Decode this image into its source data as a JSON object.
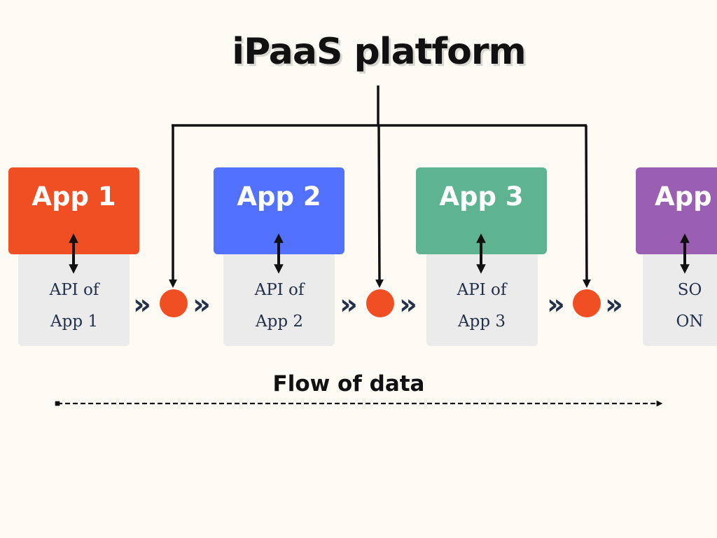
{
  "title": "iPaaS platform",
  "apps": [
    {
      "label": "App 1",
      "color": "#f04e23"
    },
    {
      "label": "App 2",
      "color": "#5271ff"
    },
    {
      "label": "App 3",
      "color": "#5eb391"
    },
    {
      "label": "App",
      "color": "#9a5fb2"
    }
  ],
  "apis": [
    {
      "label": "API of\nApp 1"
    },
    {
      "label": "API of\nApp 2"
    },
    {
      "label": "API of\nApp 3"
    },
    {
      "label": "SO\nON"
    }
  ],
  "flow": {
    "label": "Flow of data",
    "chevron_glyph": "»"
  },
  "colors": {
    "background": "#fdfbf4",
    "connector_node": "#f04e23",
    "line": "#111111",
    "chevron": "#23314a",
    "api_box": "#ebebeb"
  }
}
